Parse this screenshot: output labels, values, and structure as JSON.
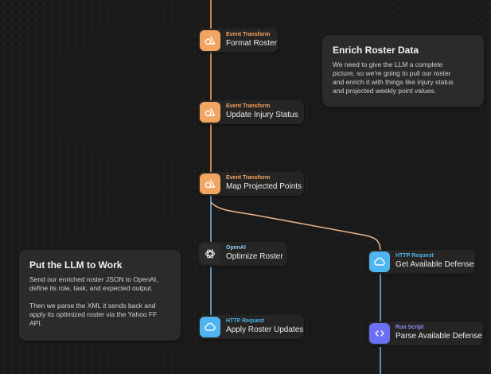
{
  "nodes": {
    "format_roster": {
      "category": "Event Transform",
      "title": "Format Roster",
      "icon": "shapes-icon"
    },
    "update_injury": {
      "category": "Event Transform",
      "title": "Update Injury Status",
      "icon": "shapes-icon"
    },
    "map_points": {
      "category": "Event Transform",
      "title": "Map Projected Points",
      "icon": "shapes-icon"
    },
    "optimize": {
      "category": "OpenAI",
      "title": "Optimize Roster",
      "icon": "openai-icon"
    },
    "apply_updates": {
      "category": "HTTP Request",
      "title": "Apply Roster Updates",
      "icon": "cloud-icon"
    },
    "get_defense": {
      "category": "HTTP Request",
      "title": "Get Available Defense",
      "icon": "cloud-icon"
    },
    "parse_defense": {
      "category": "Run Script",
      "title": "Parse Available Defense",
      "icon": "code-icon"
    }
  },
  "notes": {
    "enrich": {
      "title": "Enrich Roster Data",
      "lines": [
        "We need to give the LLM a complete",
        "picture, so we're going to pull our roster",
        "and enrich it with things like injury status",
        "and projected weekly point values."
      ]
    },
    "llm": {
      "title": "Put the LLM to Work",
      "lines": [
        "Send our enriched roster JSON to OpenAI,",
        "define its role, task, and expected output.",
        "",
        "Then we parse the XML it sends back and",
        "apply its optimized roster via the Yahoo FF",
        "API."
      ]
    }
  },
  "colors": {
    "event_transform": "#f2a461",
    "http_request": "#4fb4ef",
    "run_script": "#6b6ff3",
    "edge_orange": "#f2a461",
    "edge_blue": "#7ab8e8"
  }
}
